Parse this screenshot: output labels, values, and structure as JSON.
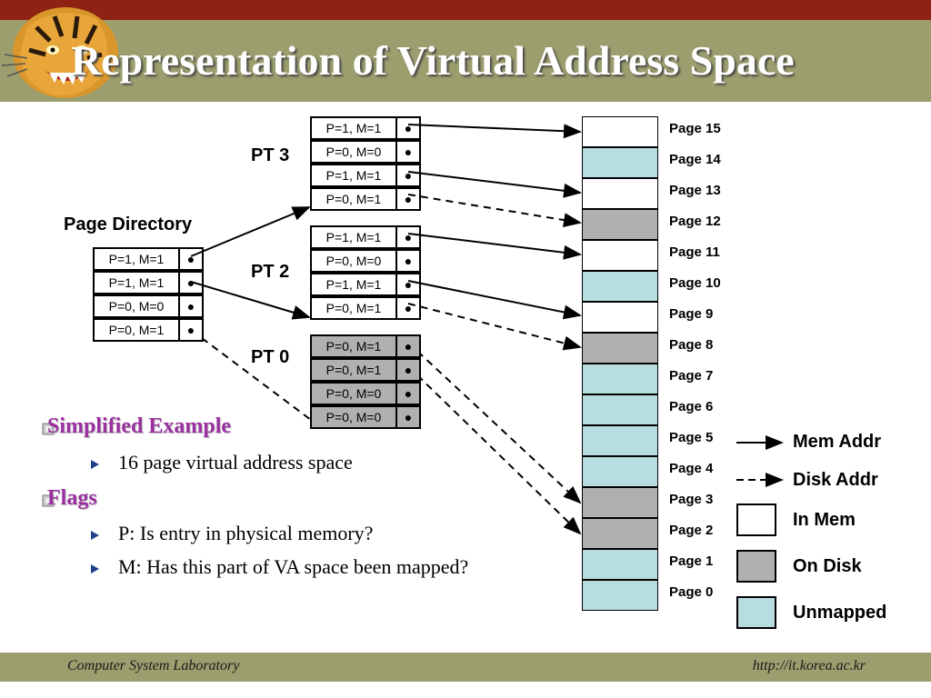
{
  "title": "Representation of Virtual Address Space",
  "footer": {
    "left": "Computer System Laboratory",
    "right": "http://it.korea.ac.kr"
  },
  "page_directory": {
    "label": "Page Directory",
    "entries": [
      "P=1, M=1",
      "P=1, M=1",
      "P=0, M=0",
      "P=0, M=1"
    ]
  },
  "pt3": {
    "label": "PT 3",
    "entries": [
      "P=1, M=1",
      "P=0, M=0",
      "P=1, M=1",
      "P=0, M=1"
    ]
  },
  "pt2": {
    "label": "PT 2",
    "entries": [
      "P=1, M=1",
      "P=0, M=0",
      "P=1, M=1",
      "P=0, M=1"
    ]
  },
  "pt0": {
    "label": "PT 0",
    "entries": [
      "P=0, M=1",
      "P=0, M=1",
      "P=0, M=0",
      "P=0, M=0"
    ]
  },
  "pages": [
    {
      "label": "Page 15",
      "state": "in_mem"
    },
    {
      "label": "Page 14",
      "state": "unmapped"
    },
    {
      "label": "Page 13",
      "state": "in_mem"
    },
    {
      "label": "Page 12",
      "state": "on_disk"
    },
    {
      "label": "Page 11",
      "state": "in_mem"
    },
    {
      "label": "Page 10",
      "state": "unmapped"
    },
    {
      "label": "Page 9",
      "state": "in_mem"
    },
    {
      "label": "Page 8",
      "state": "on_disk"
    },
    {
      "label": "Page 7",
      "state": "unmapped"
    },
    {
      "label": "Page 6",
      "state": "unmapped"
    },
    {
      "label": "Page 5",
      "state": "unmapped"
    },
    {
      "label": "Page 4",
      "state": "unmapped"
    },
    {
      "label": "Page 3",
      "state": "on_disk"
    },
    {
      "label": "Page 2",
      "state": "on_disk"
    },
    {
      "label": "Page 1",
      "state": "unmapped"
    },
    {
      "label": "Page 0",
      "state": "unmapped"
    }
  ],
  "legend": {
    "mem_addr": "Mem Addr",
    "disk_addr": "Disk Addr",
    "in_mem": "In Mem",
    "on_disk": "On Disk",
    "unmapped": "Unmapped"
  },
  "colors": {
    "in_mem": "#ffffff",
    "on_disk": "#b0b0b0",
    "unmapped": "#b8dde0",
    "bullet": "#9a2fa0"
  },
  "bullets": [
    {
      "text": "Simplified Example",
      "sub": [
        "16 page virtual address space"
      ]
    },
    {
      "text": "Flags",
      "sub": [
        "P: Is entry in physical memory?",
        "M: Has this part of VA space been mapped?"
      ]
    }
  ]
}
